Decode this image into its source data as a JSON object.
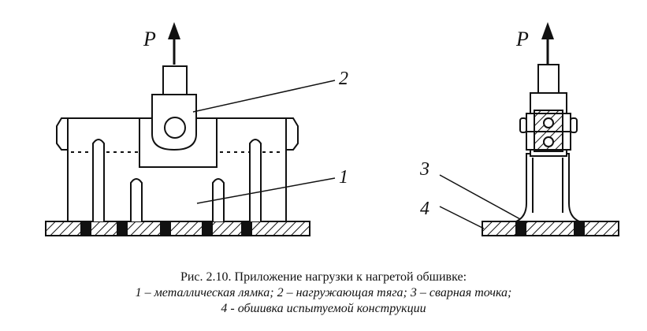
{
  "figure": {
    "left_assembly": {
      "force_label": "P",
      "labels": [
        "2",
        "1"
      ]
    },
    "right_assembly": {
      "force_label": "P",
      "labels": [
        "3",
        "4"
      ]
    }
  },
  "caption": {
    "title": "Рис. 2.10. Приложение нагрузки к нагретой обшивке:",
    "line1": "1 – металлическая лямка; 2 – нагружающая тяга; 3 – сварная точка;",
    "line2": "4 - обшивка испытуемой конструкции"
  }
}
